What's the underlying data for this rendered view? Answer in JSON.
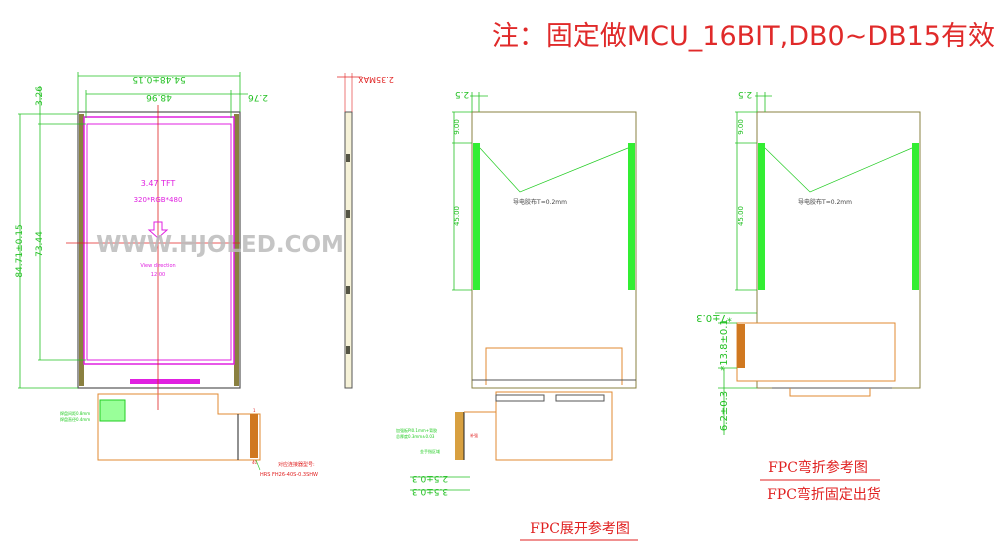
{
  "header": {
    "note": "注：固定做MCU_16BIT,DB0~DB15有效"
  },
  "front_view": {
    "width_outer": "54.48±0.15",
    "width_active": "48.96",
    "margin_right": "2.76",
    "margin_top": "3.26",
    "height_outer": "84.71±0.15",
    "height_active": "73.44",
    "panel_size": "3.47  TFT",
    "resolution": "320*RGB*480",
    "view_direction": "View direction",
    "view_clock": "12:00",
    "watermark": "WWW.HJOLED.COM",
    "pad_note_1": "焊盘间距0.8mm",
    "pad_note_2": "焊盘直径0.4mm",
    "connector_note_1": "对应连接器型号:",
    "connector_note_2": "HRS FH26-40S-0.3SHW",
    "pin_first": "1",
    "pin_last": "40"
  },
  "side_view": {
    "thickness": "2.35MAX"
  },
  "back_view_unfolded": {
    "offset": "2.5",
    "top_gap": "9.00",
    "strip_length": "45.00",
    "tape_note": "导电胶布T=0.2mm",
    "fpc_note_1": "加强板PI0.1mm+背胶",
    "fpc_note_2": "总厚度0.3mm±0.03",
    "fpc_note_3": "金手指区域",
    "fpc_note_4": "补强",
    "dim_1": "2.5±0.3",
    "dim_2": "3.5±0.3",
    "caption": "FPC展开参考图"
  },
  "back_view_folded": {
    "offset": "2.5",
    "top_gap": "9.00",
    "strip_length": "45.00",
    "tape_note": "导电胶布T=0.2mm",
    "dim_a": "*7±0.3",
    "dim_b": "*13.8±0.1",
    "dim_c": "6.2±0.3",
    "caption": "FPC弯折参考图",
    "caption_2": "FPC弯折固定出货"
  },
  "colors": {
    "dimension": "#22c022",
    "active_area": "#e020e0",
    "fpc": "#e08a30",
    "note": "#e02020"
  }
}
